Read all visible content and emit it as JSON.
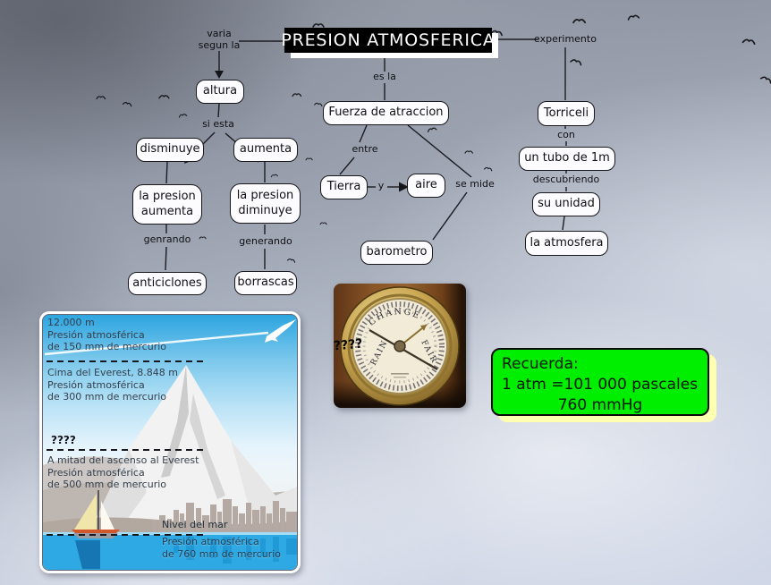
{
  "title": "PRESION ATMOSFERICA",
  "nodes": {
    "altura": "altura",
    "disminuye": "disminuye",
    "aumenta": "aumenta",
    "la_presion_aumenta": "la presion aumenta",
    "la_presion_diminuye": "la presion diminuye",
    "anticiclones": "anticiclones",
    "borrascas": "borrascas",
    "fuerza_de_atraccion": "Fuerza de atraccion",
    "tierra": "Tierra",
    "aire": "aire",
    "barometro": "barometro",
    "torriceli": "Torriceli",
    "un_tubo_de_1m": "un tubo de 1m",
    "su_unidad": "su unidad",
    "la_atmosfera": "la atmosfera"
  },
  "edge_labels": {
    "varia_segun_la": "varia\nsegun la",
    "es_la": "es la",
    "experimento": "experimento",
    "si_esta": "si esta",
    "entre": "entre",
    "y": "y",
    "se_mide": "se mide",
    "con": "con",
    "descubriendo": "descubriendo",
    "genrando": "genrando",
    "generando": "generando"
  },
  "altitude_figure": {
    "level1": "12.000 m\nPresión atmosférica\nde 150 mm de mercurio",
    "level2": "Cima del Everest, 8.848 m\nPresión atmosférica\nde 300 mm de mercurio",
    "question": "????",
    "level3": "A mitad del ascenso al Everest\nPresión atmosférica\nde 500 mm de mercurio",
    "sea_label": "Nivel del mar",
    "level4": "Presión atmosférica\nde 760 mm de mercurio"
  },
  "barometer": {
    "question": "????",
    "dial_top": "CHANGE",
    "dial_left": "RAIN",
    "dial_right": "FAIR"
  },
  "note": {
    "line1": "Recuerda:",
    "line2": "1 atm =101 000 pascales",
    "line3": "760 mmHg"
  },
  "colors": {
    "title_bg": "#000000",
    "title_fg": "#ffffff",
    "note_green": "#00ee00",
    "note_shadow": "#ffffb2",
    "sky_blue": "#2da5e0",
    "water_blue": "#2fa9e3",
    "node_border": "#17171c"
  }
}
